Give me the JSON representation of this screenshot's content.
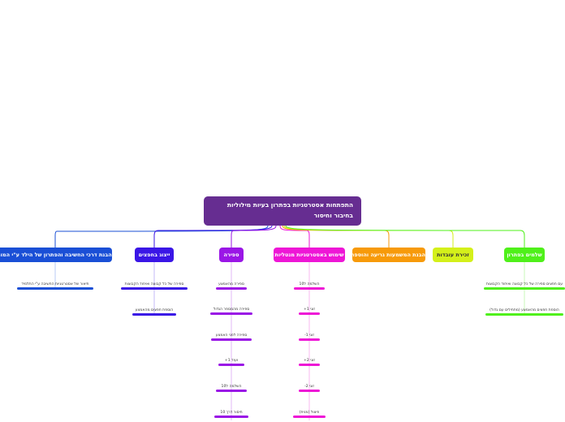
{
  "colors": {
    "root": "#662d91",
    "b1": "#1a4fd6",
    "b2": "#3a16e6",
    "b3": "#9a16e6",
    "b4": "#ee16d6",
    "b5": "#f79a0a",
    "b6": "#d4f01a",
    "b7": "#4ff01a"
  },
  "root": {
    "title": "התפתחות אסטרטגיות בפתרון בעיות מילוליות בחיבור וחיסור"
  },
  "branches": [
    {
      "label": "הבנת דרכי החשיבה והפתרון של הילד ע\"י המורה",
      "leaves": [
        "תיאור של אסטרטגיות החשיבה ע\"י התלמיד"
      ]
    },
    {
      "label": "ייצוג בחפצים",
      "leaves": [
        "ספירה של כל קבוצה ואיחוד הקבוצות",
        "הוספת חפצים מהאמצע"
      ]
    },
    {
      "label": "ספירה",
      "leaves": [
        "ספירה מהאמצע",
        "ספירה מהמספר הגדול",
        "ספירה לפני האמצע",
        "ועוד 1+",
        "השלמה ל10",
        "חיסור דרך 10"
      ]
    },
    {
      "label": "שימוש באסטרטגיות מנטליות",
      "leaves": [
        "השלמה ל10",
        "זוגי 1+",
        "זוגי 1-",
        "זוגי 2+",
        "זוגי 2-",
        "פיצול (מנית)"
      ]
    },
    {
      "label": "הבנת המשמעות גריעה והוספה",
      "leaves": []
    },
    {
      "label": "זכירת עובדות",
      "leaves": []
    },
    {
      "label": "שלמים בפתרון",
      "leaves": [
        "עם חפצים ספירה של כל קבוצה ואיחוד הקבוצות",
        "הוספת חפצים מהאמצע (מתחילים עם גדול)"
      ]
    }
  ]
}
